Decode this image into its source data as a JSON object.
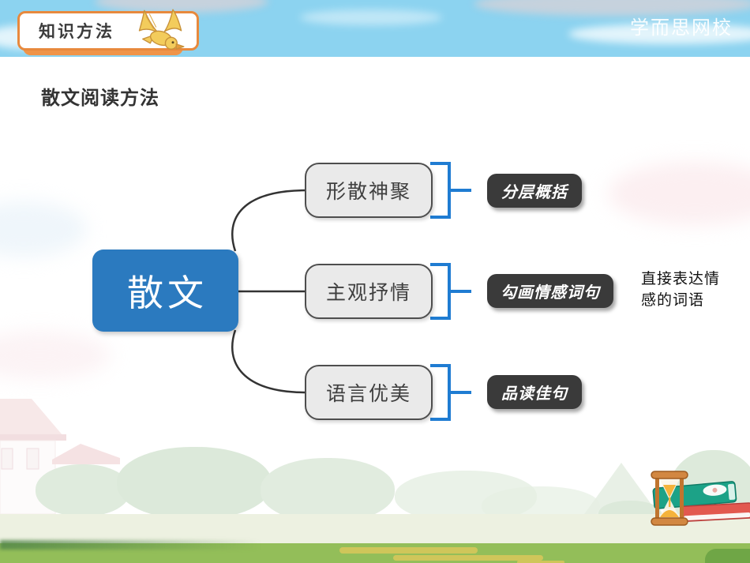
{
  "badge": {
    "label": "知识方法"
  },
  "watermark": "学而思网校",
  "page_title": "散文阅读方法",
  "mindmap": {
    "root_label": "散文",
    "branches": [
      {
        "feature": "形散神聚",
        "method": "分层概括"
      },
      {
        "feature": "主观抒情",
        "method": "勾画情感词句"
      },
      {
        "feature": "语言优美",
        "method": "品读佳句"
      }
    ],
    "annotation": "直接表达情感的词语"
  },
  "colors": {
    "sky": "#8CD3F0",
    "root_node_blue": "#2B7ABF",
    "bracket_blue": "#1F7CD2",
    "method_box_dark": "#3A3A3A",
    "feature_box_gray": "#EAEAEA",
    "feature_box_border": "#4E4E4E",
    "badge_orange": "#E8893D",
    "badge_shadow_orange": "#EF9449",
    "grass_green": "#93BE59"
  }
}
